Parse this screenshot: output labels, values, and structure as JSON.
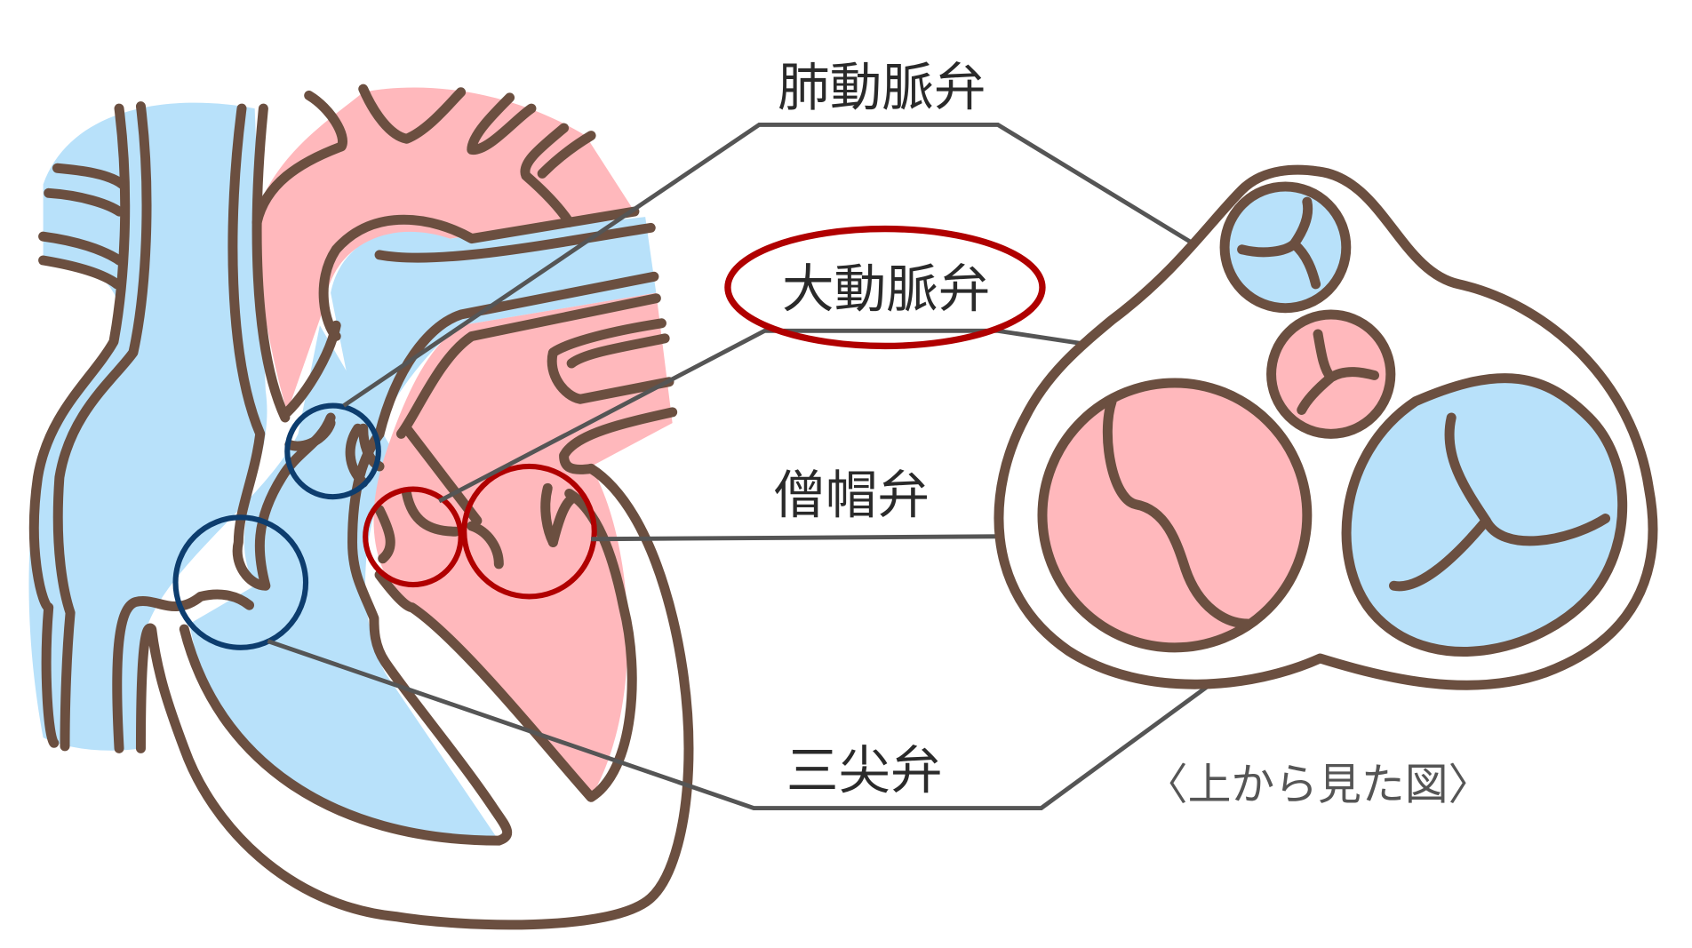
{
  "labels": {
    "pulmonary_valve": "肺動脈弁",
    "aortic_valve": "大動脈弁",
    "mitral_valve": "僧帽弁",
    "tricuspid_valve": "三尖弁",
    "top_view": "〈上から見た図〉"
  },
  "highlighted_label": "aortic_valve",
  "colors": {
    "outline": "#6b4f40",
    "oxygenated": "#ffb8bc",
    "deoxygenated": "#b8e1fa",
    "right_valve_marker": "#0d3d6e",
    "left_valve_marker": "#b00000",
    "leader_line": "#555555"
  }
}
